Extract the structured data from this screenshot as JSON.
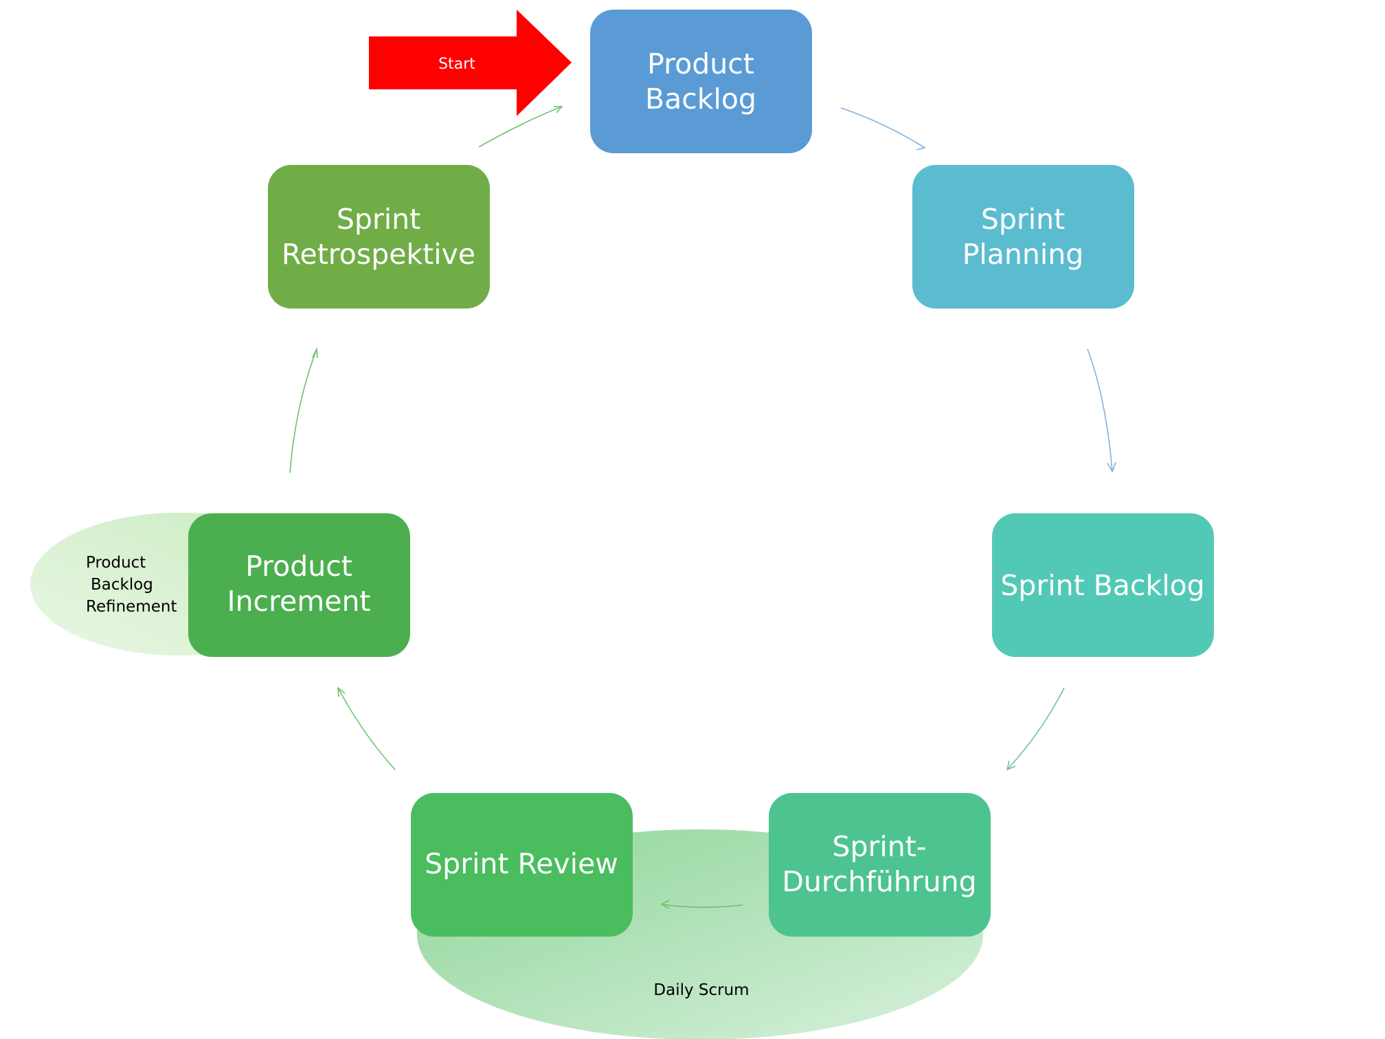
{
  "diagram": {
    "start_label": "Start",
    "nodes": [
      {
        "id": "product-backlog",
        "lines": [
          "Product",
          "Backlog"
        ],
        "color": "#5b9bd5"
      },
      {
        "id": "sprint-planning",
        "lines": [
          "Sprint",
          "Planning"
        ],
        "color": "#5bbcd0"
      },
      {
        "id": "sprint-backlog",
        "lines": [
          "Sprint Backlog"
        ],
        "color": "#52c9b6"
      },
      {
        "id": "sprint-durchfuehrung",
        "lines": [
          "Sprint-",
          "Durchführung"
        ],
        "color": "#4dc48f"
      },
      {
        "id": "sprint-review",
        "lines": [
          "Sprint Review"
        ],
        "color": "#4abd5e"
      },
      {
        "id": "product-increment",
        "lines": [
          "Product",
          "Increment"
        ],
        "color": "#4caf4f"
      },
      {
        "id": "sprint-retrospektive",
        "lines": [
          "Sprint",
          "Retrospektive"
        ],
        "color": "#70ad47"
      }
    ],
    "ellipses": {
      "refinement": {
        "lines": [
          "Product",
          "Backlog",
          "Refinement"
        ]
      },
      "daily_scrum": {
        "label": "Daily Scrum"
      }
    },
    "colors": {
      "start_arrow": "#ff0000",
      "connector_blue": "#7fb2dd",
      "connector_green": "#6cc26f",
      "ellipse_green": "#a8dca8"
    }
  }
}
